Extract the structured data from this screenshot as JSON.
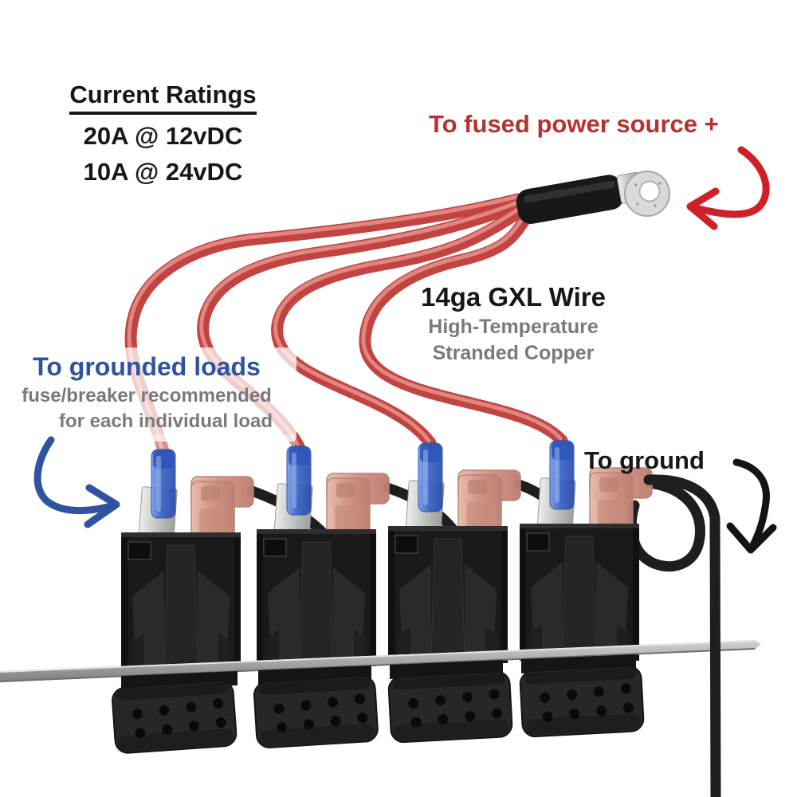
{
  "annotations": {
    "current_ratings": {
      "title": "Current Ratings",
      "rating_12v": "20A @ 12vDC",
      "rating_24v": "10A @ 24vDC"
    },
    "power_source": {
      "label": "To fused power source +"
    },
    "wire_spec": {
      "title": "14ga GXL Wire",
      "subtitle_1": "High-Temperature",
      "subtitle_2": "Stranded Copper"
    },
    "grounded_loads": {
      "label": "To grounded loads",
      "note_1": "fuse/breaker recommended",
      "note_2": "for each individual load"
    },
    "ground": {
      "label": "To ground"
    }
  },
  "colors": {
    "text_black": "#171717",
    "text_gray": "#7a7a7a",
    "text_red": "#b5322f",
    "text_blue": "#2f539e",
    "arrow_red": "#cf2028",
    "arrow_blue": "#2f539e",
    "arrow_black": "#141414",
    "wire_red": "#c9453f",
    "wire_black": "#1e1e1e",
    "connector_blue": "#3f6fd0",
    "flag_connector_tan": "#d09283",
    "metal_silver": "#c9c9c6",
    "switch_black": "#1a1a1a"
  },
  "parts": [
    "ring-terminal",
    "heat-shrink-sleeve",
    "red-power-wires",
    "blue-butt-connectors",
    "metal-spade-terminals",
    "tan-flag-connectors",
    "black-ground-wires",
    "rocker-switch-bodies",
    "aluminum-mounting-panel",
    "rocker-actuators"
  ]
}
